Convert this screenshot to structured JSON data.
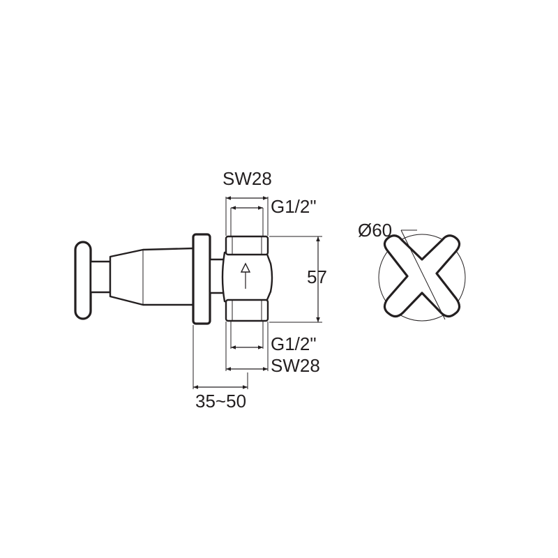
{
  "dimensions": {
    "top_wrench_size": "SW28",
    "top_thread": "G1/2\"",
    "height": "57",
    "bottom_thread": "G1/2\"",
    "bottom_wrench_size": "SW28",
    "wall_depth": "35~50",
    "handle_diameter": "Ø60"
  }
}
